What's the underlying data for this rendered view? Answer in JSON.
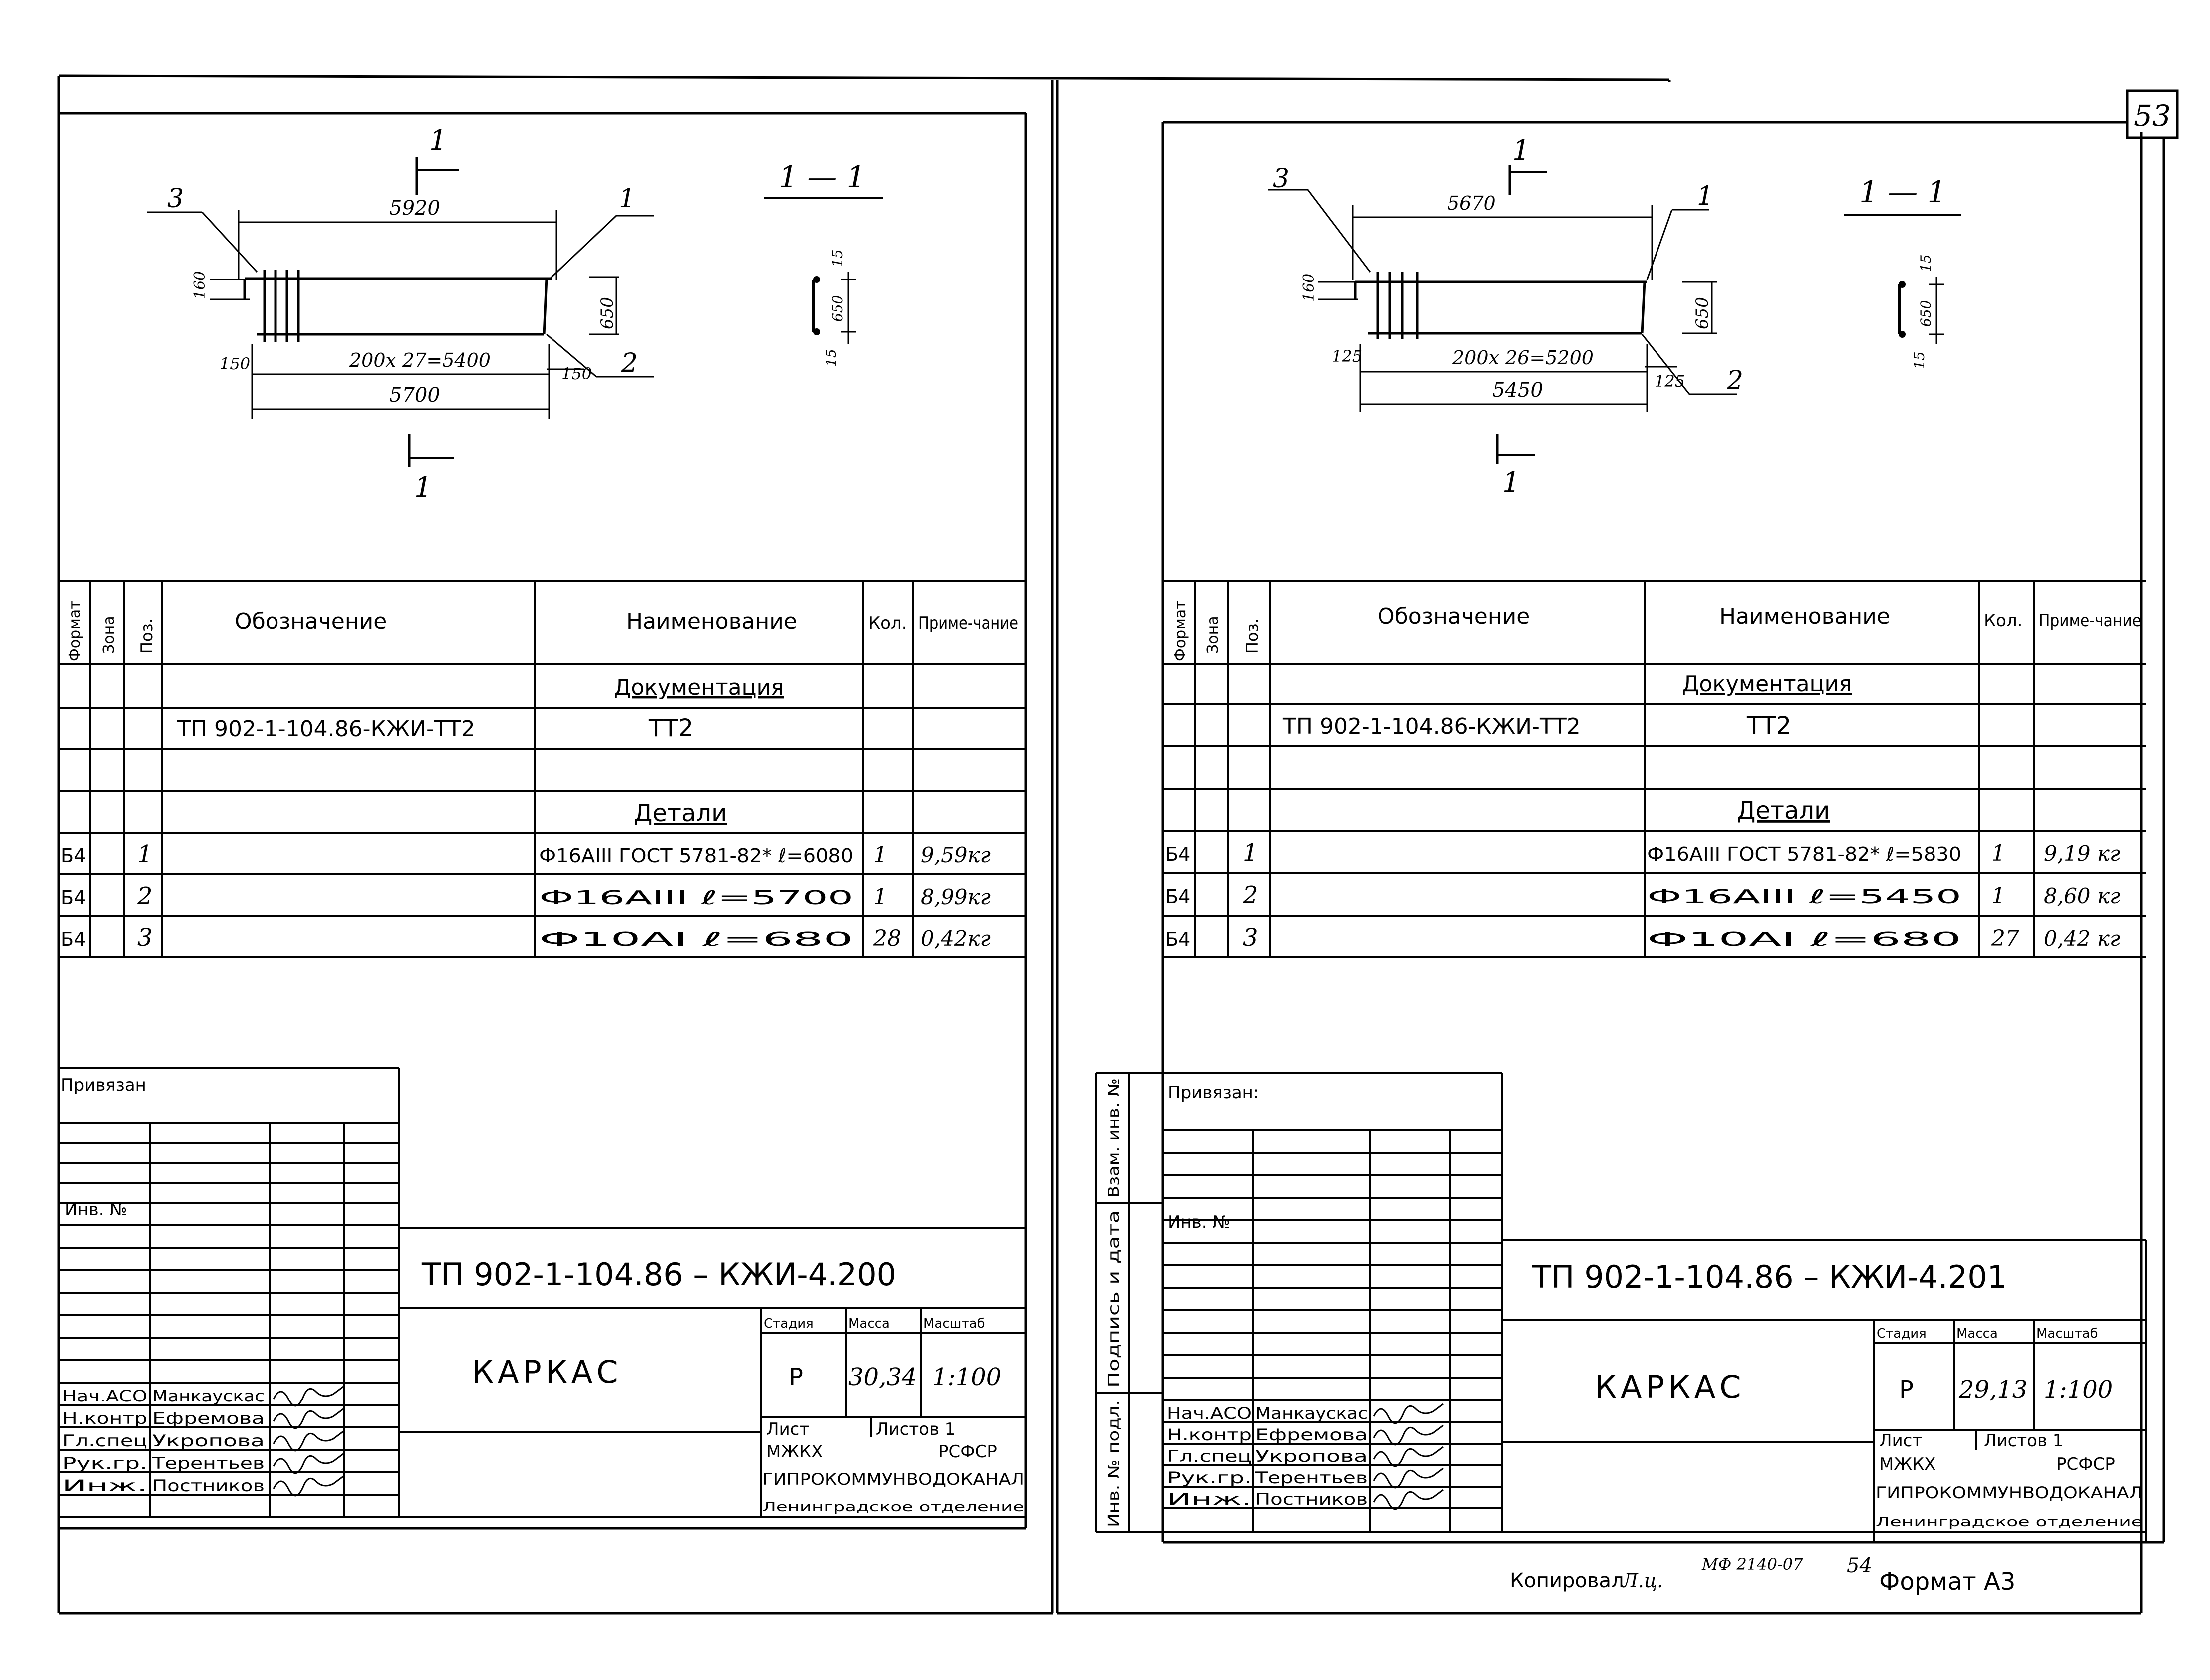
{
  "page_number": "53",
  "sheets": [
    {
      "section_label": "1 — 1",
      "cut_marker": "1",
      "callouts": {
        "p1": "1",
        "p2": "2",
        "p3": "3"
      },
      "dims": {
        "top": "5920",
        "bars": "200x 27=5400",
        "end_left": "150",
        "end_right": "150",
        "total": "5700",
        "height": "650",
        "step": "160",
        "sec_top": "15",
        "sec_mid": "650",
        "sec_bot": "15"
      },
      "spec": {
        "headers": [
          "Формат",
          "Зона",
          "Поз.",
          "Обозначение",
          "Наименование",
          "Кол.",
          "Приме-чание"
        ],
        "section_docs": "Документация",
        "doc_ref": "ТП 902-1-104.86-КЖИ-ТТ2",
        "doc_name": "ТТ2",
        "section_parts": "Детали",
        "rows": [
          {
            "format": "Б4",
            "pos": "1",
            "name": "Ф16АIII ГОСТ 5781-82* ℓ=6080",
            "qty": "1",
            "note": "9,59кг"
          },
          {
            "format": "Б4",
            "pos": "2",
            "name": "Ф16АIII ℓ=5700",
            "qty": "1",
            "note": "8,99кг"
          },
          {
            "format": "Б4",
            "pos": "3",
            "name": "Ф10АI ℓ=680",
            "qty": "28",
            "note": "0,42кг"
          }
        ]
      },
      "stamp": {
        "privyazan": "Привязан",
        "inv_no": "Инв. №",
        "code": "ТП 902-1-104.86   – КЖИ-4.200",
        "title": "КАРКАС",
        "stage_h": "Стадия",
        "mass_h": "Масса",
        "scale_h": "Масштаб",
        "stage": "Р",
        "mass": "30,34",
        "scale": "1:100",
        "sheet": "Лист",
        "sheets": "Листов 1",
        "org1": "МЖКХ",
        "org2": "РСФСР",
        "org3": "ГИПРОКОММУНВОДОКАНАЛ",
        "org4": "Ленинградское отделение",
        "people": [
          {
            "role": "Нач.АСО",
            "name": "Манкаускас"
          },
          {
            "role": "Н.контр",
            "name": "Ефремова"
          },
          {
            "role": "Гл.спец",
            "name": "Укропова"
          },
          {
            "role": "Рук.гр.",
            "name": "Терентьев"
          },
          {
            "role": "Инж.",
            "name": "Постников"
          }
        ]
      }
    },
    {
      "section_label": "1 — 1",
      "cut_marker": "1",
      "callouts": {
        "p1": "1",
        "p2": "2",
        "p3": "3"
      },
      "dims": {
        "top": "5670",
        "bars": "200x 26=5200",
        "end_left": "125",
        "end_right": "125",
        "total": "5450",
        "height": "650",
        "step": "160",
        "sec_top": "15",
        "sec_mid": "650",
        "sec_bot": "15"
      },
      "spec": {
        "headers": [
          "Формат",
          "Зона",
          "Поз.",
          "Обозначение",
          "Наименование",
          "Кол.",
          "Приме-чание"
        ],
        "section_docs": "Документация",
        "doc_ref": "ТП 902-1-104.86-КЖИ-ТТ2",
        "doc_name": "ТТ2",
        "section_parts": "Детали",
        "rows": [
          {
            "format": "Б4",
            "pos": "1",
            "name": "Ф16АIII ГОСТ 5781-82* ℓ=5830",
            "qty": "1",
            "note": "9,19 кг"
          },
          {
            "format": "Б4",
            "pos": "2",
            "name": "Ф16АIII ℓ=5450",
            "qty": "1",
            "note": "8,60 кг"
          },
          {
            "format": "Б4",
            "pos": "3",
            "name": "Ф10АI ℓ=680",
            "qty": "27",
            "note": "0,42 кг"
          }
        ]
      },
      "stamp": {
        "privyazan": "Привязан:",
        "inv_no": "Инв. №",
        "code": "ТП 902-1-104.86   – КЖИ-4.201",
        "title": "КАРКАС",
        "stage_h": "Стадия",
        "mass_h": "Масса",
        "scale_h": "Масштаб",
        "stage": "Р",
        "mass": "29,13",
        "scale": "1:100",
        "sheet": "Лист",
        "sheets": "Листов 1",
        "org1": "МЖКХ",
        "org2": "РСФСР",
        "org3": "ГИПРОКОММУНВОДОКАНАЛ",
        "org4": "Ленинградское отделение",
        "people": [
          {
            "role": "Нач.АСО",
            "name": "Манкаускас"
          },
          {
            "role": "Н.контр",
            "name": "Ефремова"
          },
          {
            "role": "Гл.спец",
            "name": "Укропова"
          },
          {
            "role": "Рук.гр.",
            "name": "Терентьев"
          },
          {
            "role": "Инж.",
            "name": "Постников"
          }
        ]
      },
      "side_labels": [
        "Инв. № подл.",
        "Подпись и дата",
        "Взам. инв. №"
      ]
    }
  ],
  "footer": {
    "copied": "Копировал",
    "copier_sign": "Л.ц.",
    "archive_no": "МФ 2140-07",
    "archive_sheet": "54",
    "format": "Формат А3"
  }
}
